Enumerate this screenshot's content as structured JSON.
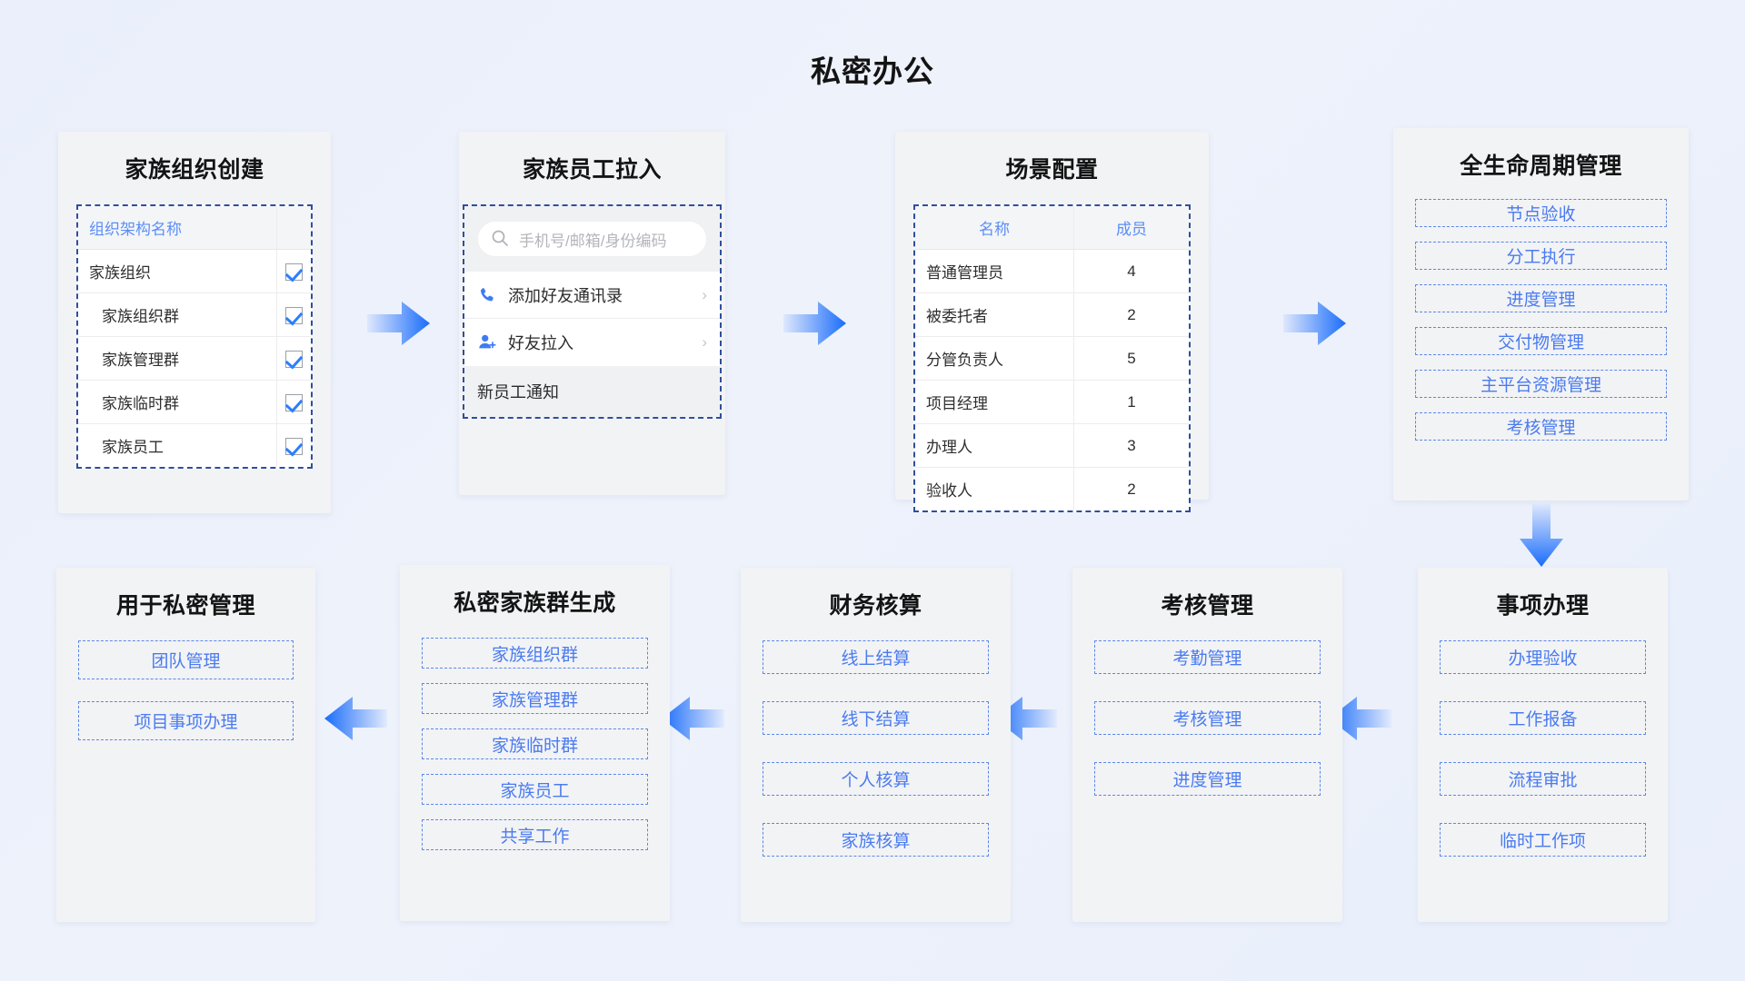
{
  "page": {
    "title": "私密办公"
  },
  "colors": {
    "accent": "#4a7bf0",
    "chip_border": "#5b86e8",
    "frame_dash": "#2f4f9e",
    "card_bg": "#f2f3f5",
    "arrow": "#1a6dfa",
    "background": "#eaeffb"
  },
  "cards": {
    "org_create": {
      "title": "家族组织创建",
      "table": {
        "headers": [
          "组织架构名称",
          ""
        ],
        "rows": [
          {
            "name": "家族组织",
            "indent": false,
            "checked": true
          },
          {
            "name": "家族组织群",
            "indent": true,
            "checked": true
          },
          {
            "name": "家族管理群",
            "indent": true,
            "checked": true
          },
          {
            "name": "家族临时群",
            "indent": true,
            "checked": true
          },
          {
            "name": "家族员工",
            "indent": true,
            "checked": true
          }
        ]
      }
    },
    "staff_invite": {
      "title": "家族员工拉入",
      "search": {
        "placeholder": "手机号/邮箱/身份编码",
        "icon": "search-icon"
      },
      "menu": [
        {
          "label": "添加好友通讯录",
          "icon": "phone-icon",
          "chevron": "›"
        },
        {
          "label": "好友拉入",
          "icon": "user-plus-icon",
          "chevron": "›"
        }
      ],
      "footer": {
        "label": "新员工通知"
      }
    },
    "scene_config": {
      "title": "场景配置",
      "table": {
        "headers": [
          "名称",
          "成员"
        ],
        "rows": [
          {
            "name": "普通管理员",
            "count": "4"
          },
          {
            "name": "被委托者",
            "count": "2"
          },
          {
            "name": "分管负责人",
            "count": "5"
          },
          {
            "name": "项目经理",
            "count": "1"
          },
          {
            "name": "办理人",
            "count": "3"
          },
          {
            "name": "验收人",
            "count": "2"
          }
        ]
      }
    },
    "lifecycle": {
      "title": "全生命周期管理",
      "items": [
        {
          "label": "节点验收"
        },
        {
          "label": "分工执行"
        },
        {
          "label": "进度管理"
        },
        {
          "label": "交付物管理"
        },
        {
          "label": "主平台资源管理"
        },
        {
          "label": "考核管理"
        }
      ]
    },
    "matter_handling": {
      "title": "事项办理",
      "items": [
        {
          "label": "办理验收"
        },
        {
          "label": "工作报备"
        },
        {
          "label": "流程审批"
        },
        {
          "label": "临时工作项"
        }
      ]
    },
    "assessment": {
      "title": "考核管理",
      "items": [
        {
          "label": "考勤管理"
        },
        {
          "label": "考核管理"
        },
        {
          "label": "进度管理"
        }
      ]
    },
    "finance": {
      "title": "财务核算",
      "items": [
        {
          "label": "线上结算"
        },
        {
          "label": "线下结算"
        },
        {
          "label": "个人核算"
        },
        {
          "label": "家族核算"
        }
      ]
    },
    "private_groups": {
      "title": "私密家族群生成",
      "items": [
        {
          "label": "家族组织群"
        },
        {
          "label": "家族管理群"
        },
        {
          "label": "家族临时群"
        },
        {
          "label": "家族员工"
        },
        {
          "label": "共享工作"
        }
      ]
    },
    "private_mgmt": {
      "title": "用于私密管理",
      "items": [
        {
          "label": "团队管理"
        },
        {
          "label": "项目事项办理"
        }
      ]
    }
  },
  "arrows": [
    {
      "name": "arrow-org-to-staff",
      "direction": "right"
    },
    {
      "name": "arrow-staff-to-scene",
      "direction": "right"
    },
    {
      "name": "arrow-scene-to-lifecycle",
      "direction": "right"
    },
    {
      "name": "arrow-lifecycle-to-matter",
      "direction": "down"
    },
    {
      "name": "arrow-matter-to-assessment",
      "direction": "left"
    },
    {
      "name": "arrow-assessment-to-finance",
      "direction": "left"
    },
    {
      "name": "arrow-finance-to-groups",
      "direction": "left"
    },
    {
      "name": "arrow-groups-to-mgmt",
      "direction": "left"
    }
  ]
}
